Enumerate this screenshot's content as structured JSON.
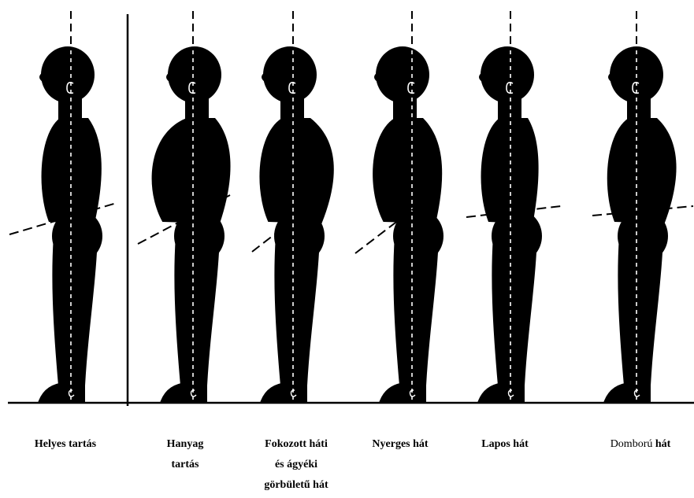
{
  "colors": {
    "figure": "#000000",
    "background": "#ffffff",
    "guide": "#ffffff"
  },
  "captions": {
    "correct": {
      "lines": [
        "Helyes tartás"
      ]
    },
    "slack": {
      "lines": [
        "Hanyag",
        "tartás"
      ]
    },
    "hyper": {
      "lines": [
        "Fokozott háti",
        "és ágyéki",
        "görbületű hát"
      ]
    },
    "saddle": {
      "lines": [
        "Nyerges hát"
      ]
    },
    "flat": {
      "lines": [
        "Lapos hát"
      ]
    },
    "round": {
      "prefix": "Domború",
      "suffix": " hát"
    }
  }
}
